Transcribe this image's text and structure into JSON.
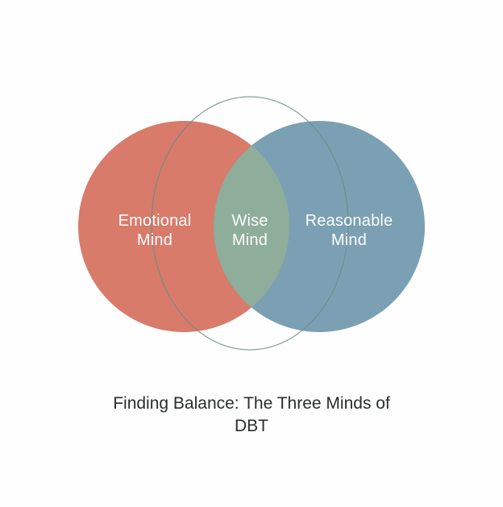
{
  "diagram": {
    "type": "venn",
    "caption": "Finding Balance: The Three Minds of DBT",
    "left_set": {
      "name": "Emotional Mind",
      "label_line1": "Emotional",
      "label_line2": "Mind",
      "fill": "#d87b6b"
    },
    "right_set": {
      "name": "Reasonable Mind",
      "label_line1": "Reasonable",
      "label_line2": "Mind",
      "fill": "#7ba0b4"
    },
    "intersection": {
      "name": "Wise Mind",
      "label_line1": "Wise",
      "label_line2": "Mind",
      "fill": "#8ead9a"
    },
    "outline": {
      "stroke": "#6d8c85"
    },
    "colors": {
      "label_text": "#fdfdfd",
      "caption_text": "#292d2e",
      "background": "#fefefe"
    }
  }
}
